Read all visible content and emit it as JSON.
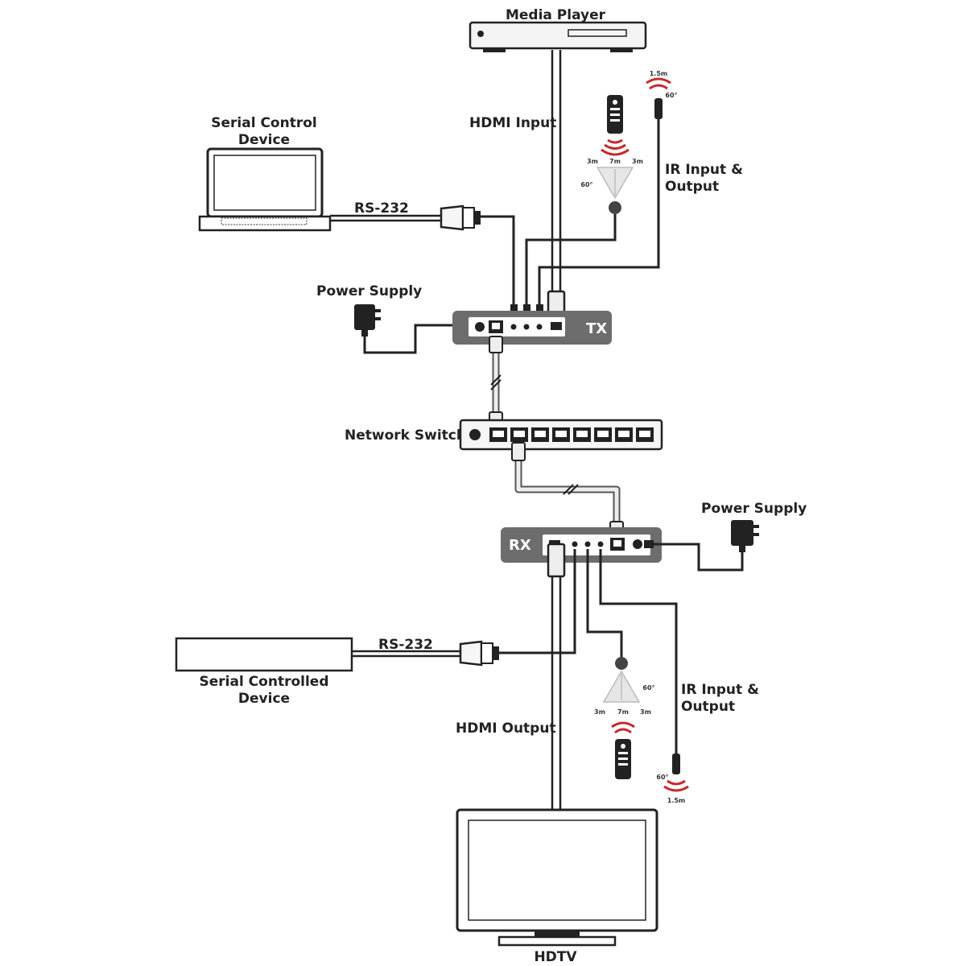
{
  "labels": {
    "media_player": "Media Player",
    "hdmi_input": "HDMI Input",
    "serial_control_line1": "Serial Control",
    "serial_control_line2": "Device",
    "rs232_top": "RS-232",
    "ir_top_line1": "IR Input &",
    "ir_top_line2": "Output",
    "power_supply_top": "Power Supply",
    "tx": "TX",
    "network_switch": "Network Switch",
    "rx": "RX",
    "power_supply_bottom": "Power Supply",
    "rs232_bottom": "RS-232",
    "serial_controlled_line1": "Serial Controlled",
    "serial_controlled_line2": "Device",
    "ir_bottom_line1": "IR Input &",
    "ir_bottom_line2": "Output",
    "hdmi_output": "HDMI Output",
    "hdtv": "HDTV"
  },
  "ir_specs": {
    "top_blaster_dist": "1.5m",
    "top_blaster_angle": "60°",
    "top_rx_left": "3m",
    "top_rx_mid": "7m",
    "top_rx_right": "3m",
    "top_rx_angle": "60°",
    "bottom_rx_angle": "60°",
    "bottom_rx_left": "3m",
    "bottom_rx_mid": "7m",
    "bottom_rx_right": "3m",
    "bottom_blaster_angle": "60°",
    "bottom_blaster_dist": "1.5m"
  },
  "colors": {
    "device_gray": "#6d6d6d",
    "ir_wave_red": "#c8282d"
  }
}
